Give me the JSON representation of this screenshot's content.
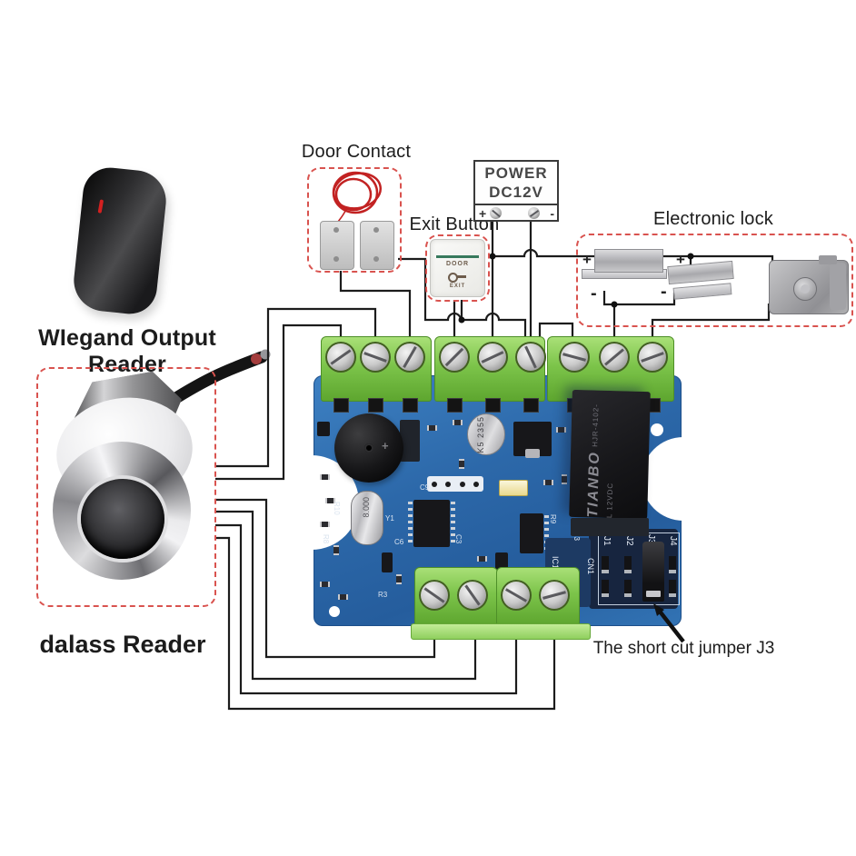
{
  "labels": {
    "door_contact": "Door Contact",
    "exit_button": "Exit Button",
    "electronic_lock": "Electronic lock",
    "wiegand_reader": "WIegand Output Reader",
    "dalass_reader": "dalass Reader",
    "jumper_note": "The short cut jumper J3"
  },
  "power_box": {
    "line1": "POWER",
    "line2": "DC12V",
    "plus": "+",
    "minus": "-"
  },
  "exit_button": {
    "door": "DOOR",
    "exit": "EXIT"
  },
  "lock_box": {
    "plus": "+",
    "minus": "-"
  },
  "board": {
    "relay_brand": "TIANBO",
    "relay_model": "HJR-4102-L 12VDC",
    "crystal": "8.000",
    "cap_text": "K5 2355",
    "jumpers": [
      "J1",
      "J2",
      "J3",
      "J4"
    ],
    "cn1": "CN1",
    "ic1": "IC1",
    "d03": "03",
    "silkscreen": [
      "R10",
      "C6",
      "R8",
      "R3",
      "Y1",
      "C9",
      "C3",
      "R9"
    ]
  },
  "colors": {
    "callout_red": "#d9534f",
    "pcb_blue": "#2f72b8",
    "terminal_green": "#79c043",
    "wire_black": "#1c1c1c"
  }
}
